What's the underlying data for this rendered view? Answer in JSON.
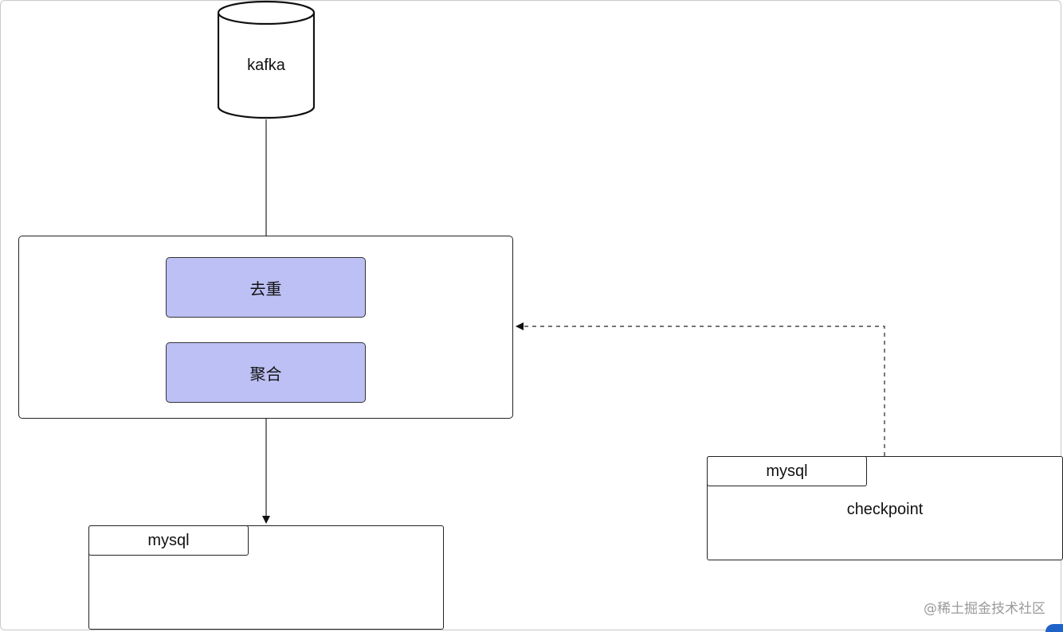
{
  "nodes": {
    "kafka": {
      "label": "kafka"
    },
    "dedup": {
      "label": "去重"
    },
    "aggregate": {
      "label": "聚合"
    },
    "mysql_output": {
      "label": "mysql"
    },
    "mysql_checkpoint": {
      "label": "mysql",
      "content": "checkpoint"
    }
  },
  "watermark": "@稀土掘金技术社区",
  "colors": {
    "operator_fill": "#bcc0f4",
    "line": "#222222",
    "watermark": "#9a9a9a",
    "corner_accent": "#1f63c9"
  }
}
